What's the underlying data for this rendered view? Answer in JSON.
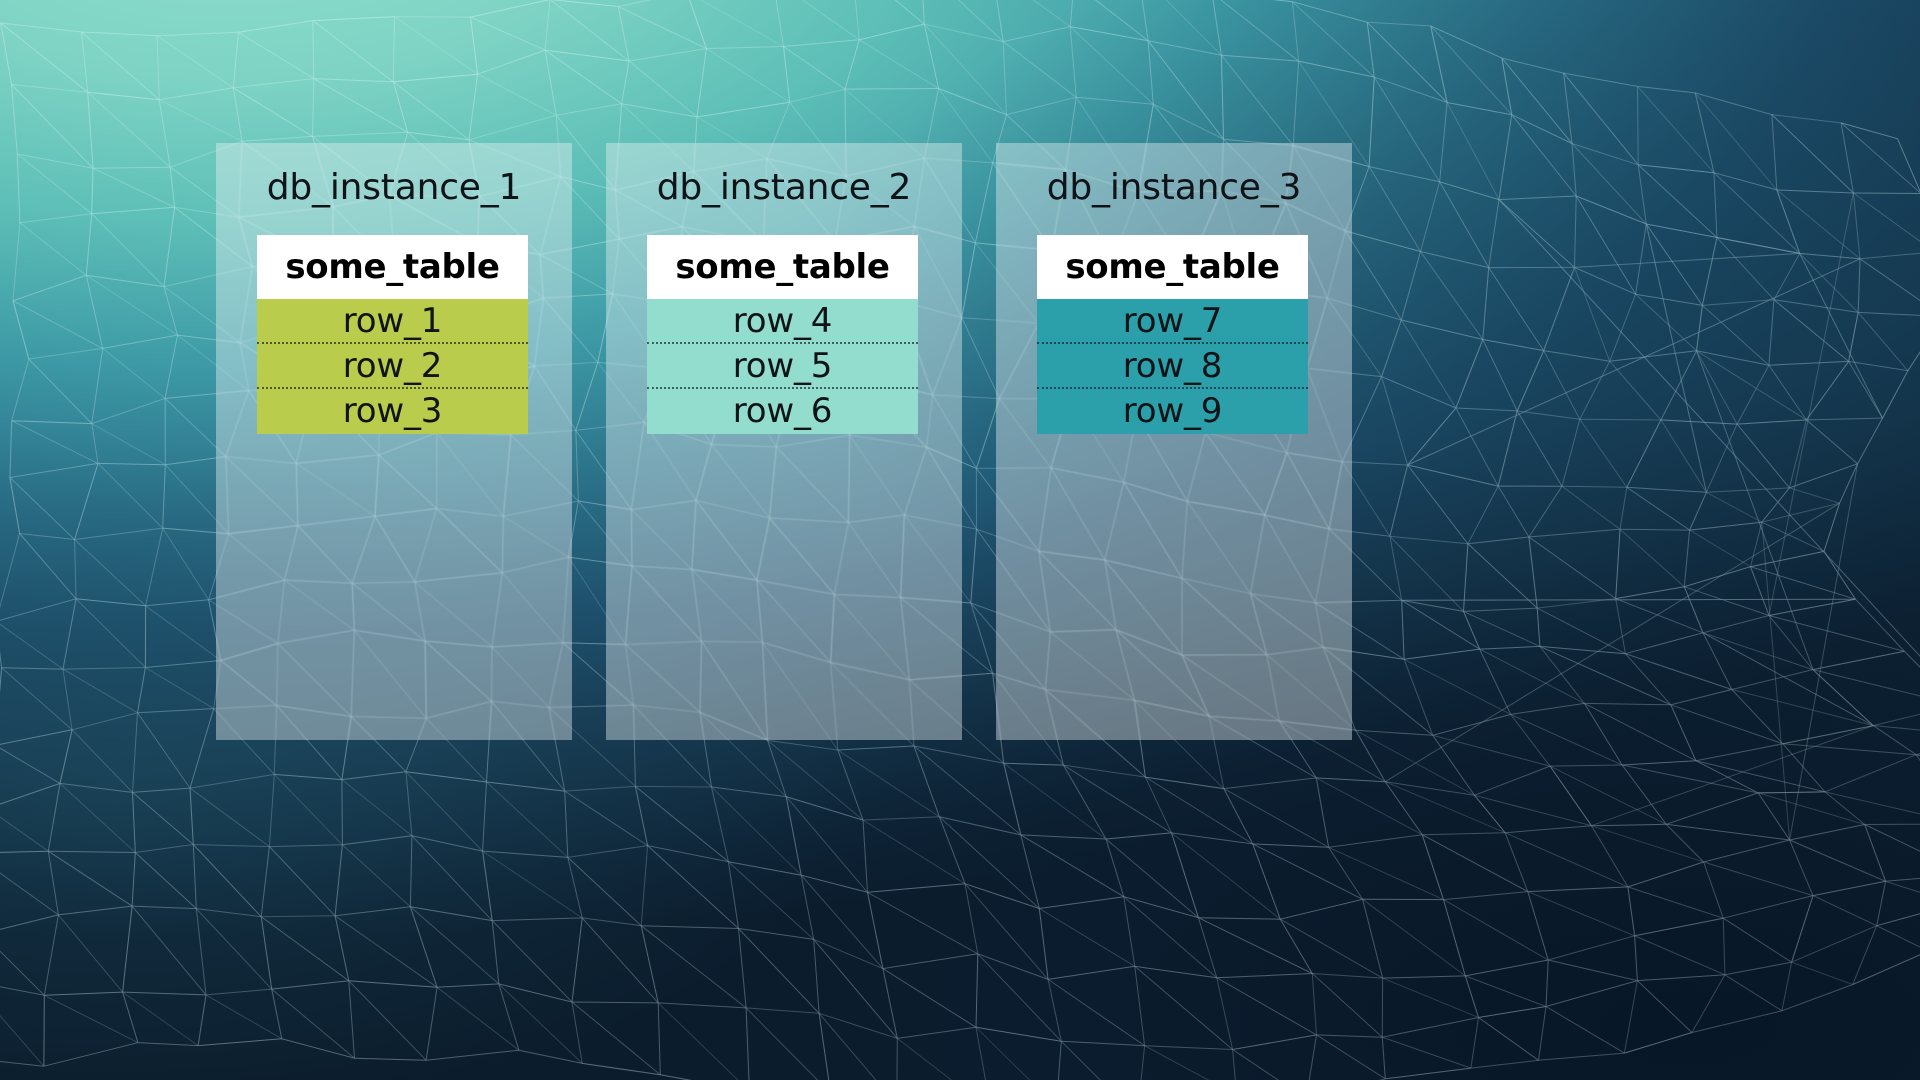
{
  "background": {
    "style_name": "low-poly-wireframe-gradient",
    "top_left_color": "#7ed3c4",
    "bottom_right_color": "#0b1c2c",
    "mesh_color": "#cfe9ec"
  },
  "panels": [
    {
      "id": "db-instance-1",
      "title": "db_instance_1",
      "panel_color": "rgba(232,240,244,0.42)",
      "table": {
        "name": "some_table",
        "header_bg": "#ffffff",
        "row_bg": "#b9cc4c",
        "rows": [
          "row_1",
          "row_2",
          "row_3"
        ]
      }
    },
    {
      "id": "db-instance-2",
      "title": "db_instance_2",
      "panel_color": "rgba(232,240,244,0.42)",
      "table": {
        "name": "some_table",
        "header_bg": "#ffffff",
        "row_bg": "#92ddcd",
        "rows": [
          "row_4",
          "row_5",
          "row_6"
        ]
      }
    },
    {
      "id": "db-instance-3",
      "title": "db_instance_3",
      "panel_color": "rgba(232,240,244,0.42)",
      "table": {
        "name": "some_table",
        "header_bg": "#ffffff",
        "row_bg": "#2ba0ab",
        "rows": [
          "row_7",
          "row_8",
          "row_9"
        ]
      }
    }
  ]
}
